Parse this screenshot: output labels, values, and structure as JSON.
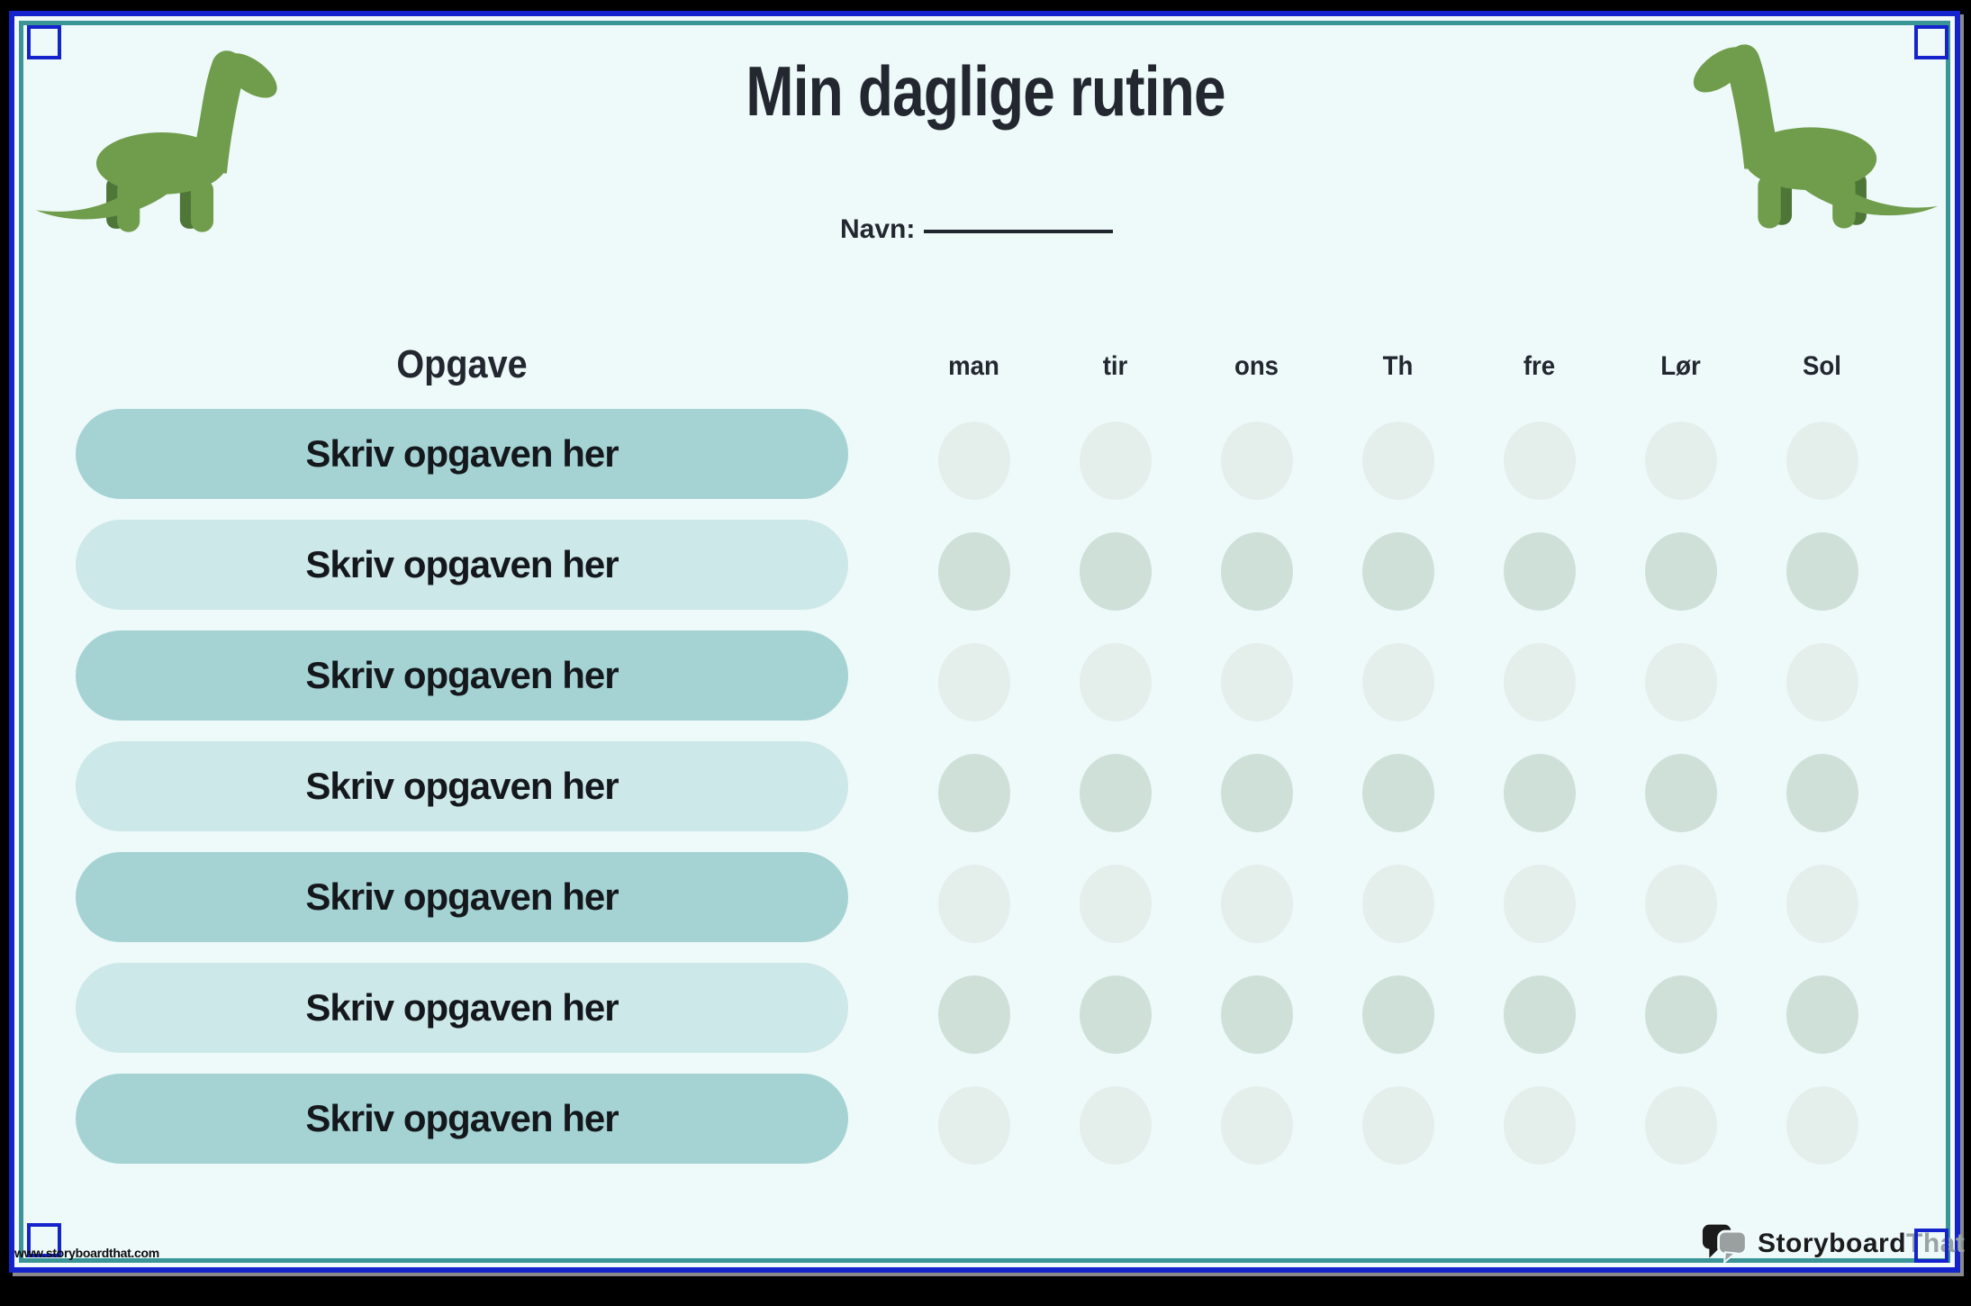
{
  "page": {
    "title": "Min daglige rutine",
    "name_label": "Navn:",
    "website_url": "www.storyboardthat.com"
  },
  "table": {
    "task_column_header": "Opgave",
    "day_headers": [
      "man",
      "tir",
      "ons",
      "Th",
      "fre",
      "Lør",
      "Sol"
    ],
    "task_rows": [
      {
        "label": "Skriv opgaven her"
      },
      {
        "label": "Skriv opgaven her"
      },
      {
        "label": "Skriv opgaven her"
      },
      {
        "label": "Skriv opgaven her"
      },
      {
        "label": "Skriv opgaven her"
      },
      {
        "label": "Skriv opgaven her"
      },
      {
        "label": "Skriv opgaven her"
      }
    ]
  },
  "branding": {
    "logo_text_primary": "Storyboard",
    "logo_text_secondary": "That"
  },
  "icons": {
    "dinosaur_left": "green-sauropod-dinosaur-facing-right",
    "dinosaur_right": "green-sauropod-dinosaur-facing-left",
    "logo_icon": "speech-bubbles-icon",
    "corner_marks": "blue-square-registration-marks"
  },
  "colors": {
    "bg": "#eef9fa",
    "frame_blue": "#1523cc",
    "frame_teal": "#3b9496",
    "pill_dark": "#a5d3d3",
    "pill_light": "#cde8e8",
    "circle_light": "#e4efec",
    "circle_dark": "#cfe0d9",
    "dino_green": "#6f9d4c",
    "dino_green_dark": "#4d7637",
    "text_dark": "#232830",
    "logo_grey": "#9aa3a4"
  }
}
